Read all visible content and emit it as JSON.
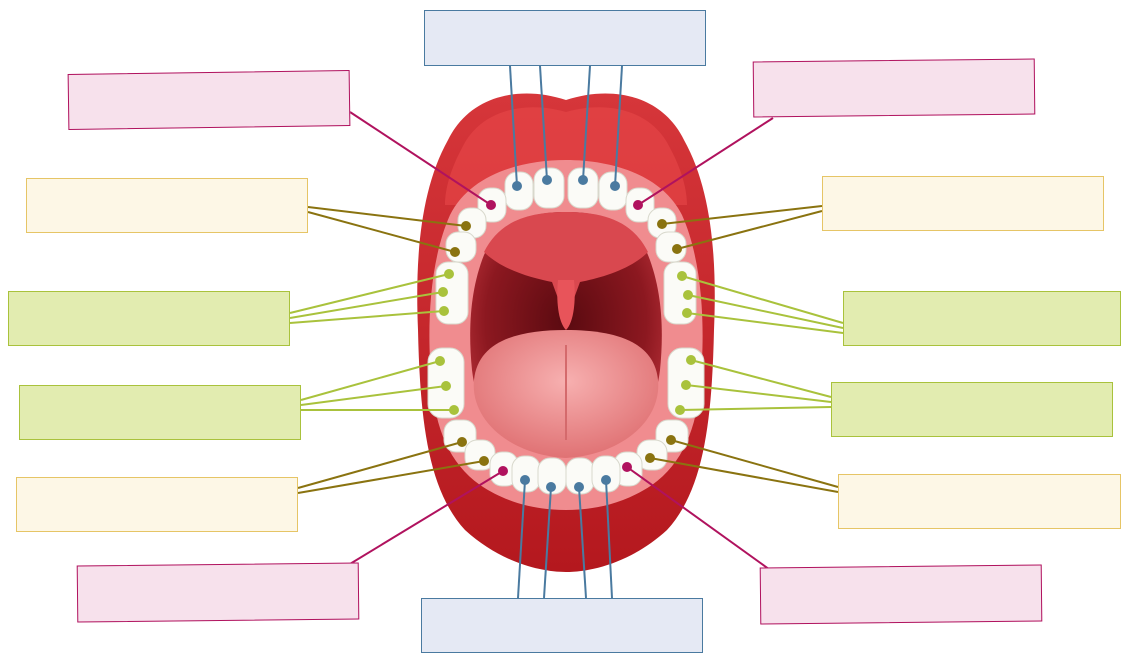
{
  "colors": {
    "incisor": "#4a7aa0",
    "canine": "#b0125e",
    "premolar": "#8a7310",
    "molar": "#a9c23c",
    "incisor_box_fill": "#e5e9f4",
    "canine_box_fill": "#f7e1ec",
    "premolar_box_fill": "#fdf7e6",
    "molar_box_fill": "#e2ecb0",
    "lip_outer": "#c9282d",
    "lip_inner": "#e8474a",
    "gum": "#f08c8f",
    "throat": "#7a1016",
    "tongue": "#f08f90",
    "tooth": "#fbfbf7"
  },
  "label_boxes": [
    {
      "id": "incisors-top",
      "group": "incisor",
      "text": ""
    },
    {
      "id": "canine-top-left",
      "group": "canine",
      "text": ""
    },
    {
      "id": "canine-top-right",
      "group": "canine",
      "text": ""
    },
    {
      "id": "premolars-top-left",
      "group": "premolar",
      "text": ""
    },
    {
      "id": "premolars-top-right",
      "group": "premolar",
      "text": ""
    },
    {
      "id": "molars-top-left",
      "group": "molar",
      "text": ""
    },
    {
      "id": "molars-top-right",
      "group": "molar",
      "text": ""
    },
    {
      "id": "molars-bottom-left",
      "group": "molar",
      "text": ""
    },
    {
      "id": "molars-bottom-right",
      "group": "molar",
      "text": ""
    },
    {
      "id": "premolars-bottom-left",
      "group": "premolar",
      "text": ""
    },
    {
      "id": "premolars-bottom-right",
      "group": "premolar",
      "text": ""
    },
    {
      "id": "canine-bottom-left",
      "group": "canine",
      "text": ""
    },
    {
      "id": "canine-bottom-right",
      "group": "canine",
      "text": ""
    },
    {
      "id": "incisors-bottom",
      "group": "incisor",
      "text": ""
    }
  ]
}
